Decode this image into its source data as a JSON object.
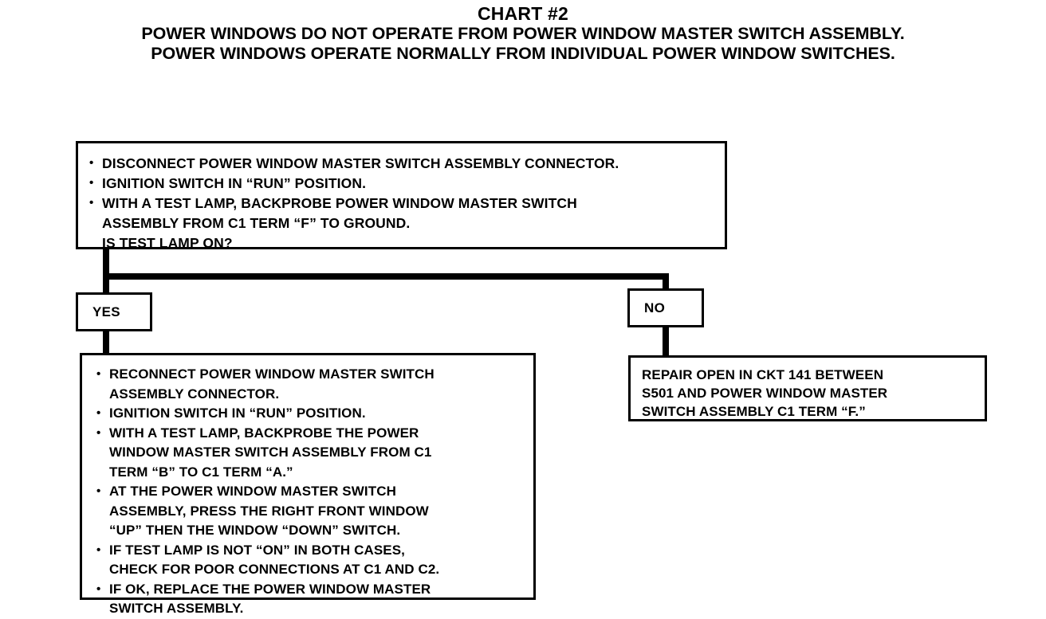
{
  "header": {
    "chart_title": "CHART #2",
    "subtitle_lines": [
      "POWER WINDOWS DO NOT OPERATE FROM POWER WINDOW MASTER SWITCH ASSEMBLY.",
      "POWER WINDOWS OPERATE NORMALLY FROM INDIVIDUAL POWER WINDOW SWITCHES."
    ]
  },
  "colors": {
    "ink": "#000000",
    "paper": "#ffffff"
  },
  "flowchart": {
    "type": "diagnostic-flowchart",
    "nodes": {
      "test_box": {
        "kind": "process",
        "bullets": [
          {
            "lines": [
              "DISCONNECT POWER WINDOW MASTER SWITCH ASSEMBLY CONNECTOR."
            ]
          },
          {
            "lines": [
              "IGNITION SWITCH IN “RUN” POSITION."
            ]
          },
          {
            "lines": [
              "WITH A TEST LAMP, BACKPROBE POWER WINDOW MASTER SWITCH",
              "ASSEMBLY FROM C1 TERM “F” TO GROUND.",
              "IS TEST LAMP ON?"
            ]
          }
        ]
      },
      "yes_label": {
        "kind": "branch-label",
        "text": "YES"
      },
      "no_label": {
        "kind": "branch-label",
        "text": "NO"
      },
      "yes_result": {
        "kind": "process",
        "bullets": [
          {
            "lines": [
              "RECONNECT POWER WINDOW MASTER SWITCH",
              "ASSEMBLY CONNECTOR."
            ]
          },
          {
            "lines": [
              "IGNITION SWITCH IN “RUN” POSITION."
            ]
          },
          {
            "lines": [
              "WITH A TEST LAMP, BACKPROBE THE POWER",
              "WINDOW MASTER SWITCH ASSEMBLY FROM C1",
              "TERM “B” TO C1 TERM “A.”"
            ]
          },
          {
            "lines": [
              "AT THE POWER WINDOW MASTER SWITCH",
              "ASSEMBLY, PRESS THE RIGHT FRONT WINDOW",
              "“UP” THEN THE WINDOW “DOWN” SWITCH."
            ]
          },
          {
            "lines": [
              "IF TEST LAMP IS NOT “ON” IN BOTH CASES,",
              "CHECK FOR POOR CONNECTIONS AT C1 AND C2."
            ]
          },
          {
            "lines": [
              "IF OK, REPLACE THE POWER WINDOW MASTER",
              "SWITCH ASSEMBLY."
            ]
          }
        ]
      },
      "no_result": {
        "kind": "process",
        "lines": [
          "REPAIR OPEN IN CKT 141 BETWEEN",
          "S501 AND POWER WINDOW MASTER",
          "SWITCH ASSEMBLY C1 TERM “F.”"
        ]
      }
    }
  }
}
